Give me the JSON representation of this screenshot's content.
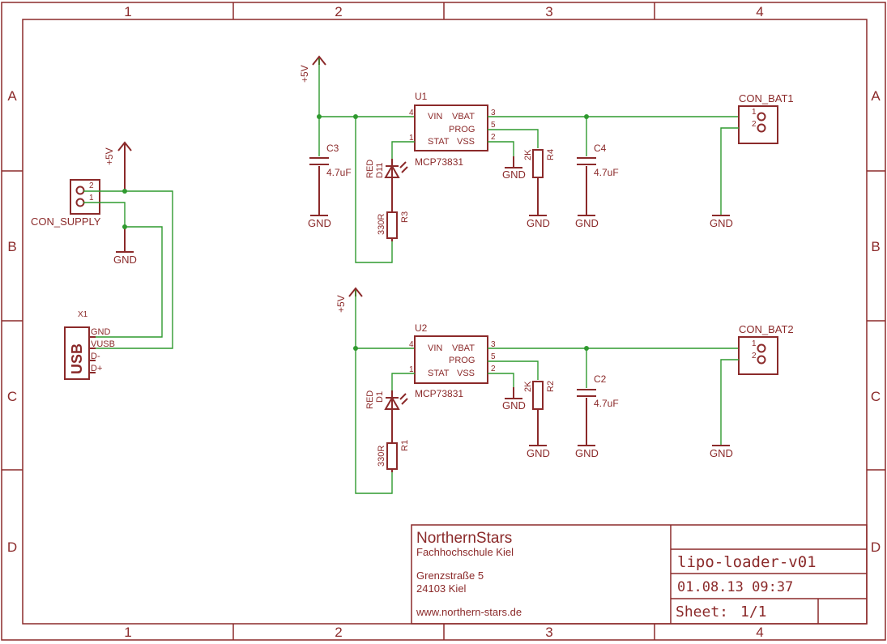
{
  "frame": {
    "columns": [
      "1",
      "2",
      "3",
      "4"
    ],
    "rows": [
      "A",
      "B",
      "C",
      "D"
    ]
  },
  "labels": {
    "vcc": "+5V",
    "gnd": "GND",
    "chip_pins": {
      "vin": "VIN",
      "vbat": "VBAT",
      "prog": "PROG",
      "stat": "STAT",
      "vss": "VSS"
    },
    "pin_nums": {
      "vin": "4",
      "stat": "1",
      "vbat": "3",
      "prog": "5",
      "vss": "2"
    }
  },
  "u1": {
    "name": "U1",
    "value": "MCP73831"
  },
  "u2": {
    "name": "U2",
    "value": "MCP73831"
  },
  "c3": {
    "name": "C3",
    "value": "4.7uF"
  },
  "c4": {
    "name": "C4",
    "value": "4.7uF"
  },
  "c2": {
    "name": "C2",
    "value": "4.7uF"
  },
  "r4": {
    "name": "R4",
    "value": "2K"
  },
  "r2": {
    "name": "R2",
    "value": "2K"
  },
  "r3": {
    "name": "R3",
    "value": "330R"
  },
  "r1": {
    "name": "R1",
    "value": "330R"
  },
  "d11": {
    "name": "D11",
    "value": "RED"
  },
  "d1": {
    "name": "D1",
    "value": "RED"
  },
  "con_bat1": {
    "name": "CON_BAT1",
    "pin1": "1",
    "pin2": "2"
  },
  "con_bat2": {
    "name": "CON_BAT2",
    "pin1": "1",
    "pin2": "2"
  },
  "con_supply": {
    "name": "CON_SUPPLY",
    "pin1": "1",
    "pin2": "2"
  },
  "usb": {
    "name": "X1",
    "label": "USB",
    "pins": [
      "GND",
      "VUSB",
      "D-",
      "D+"
    ]
  },
  "title_block": {
    "company": "NorthernStars",
    "school": "Fachhochschule Kiel",
    "street": "Grenzstraße 5",
    "city": "24103 Kiel",
    "web": "www.northern-stars.de",
    "project": "lipo-loader-v01",
    "date": "01.08.13 09:37",
    "sheet_label": "Sheet:",
    "sheet": "1/1"
  },
  "colors": {
    "component": "#8b2a2a",
    "wire": "#2f9a2f"
  }
}
